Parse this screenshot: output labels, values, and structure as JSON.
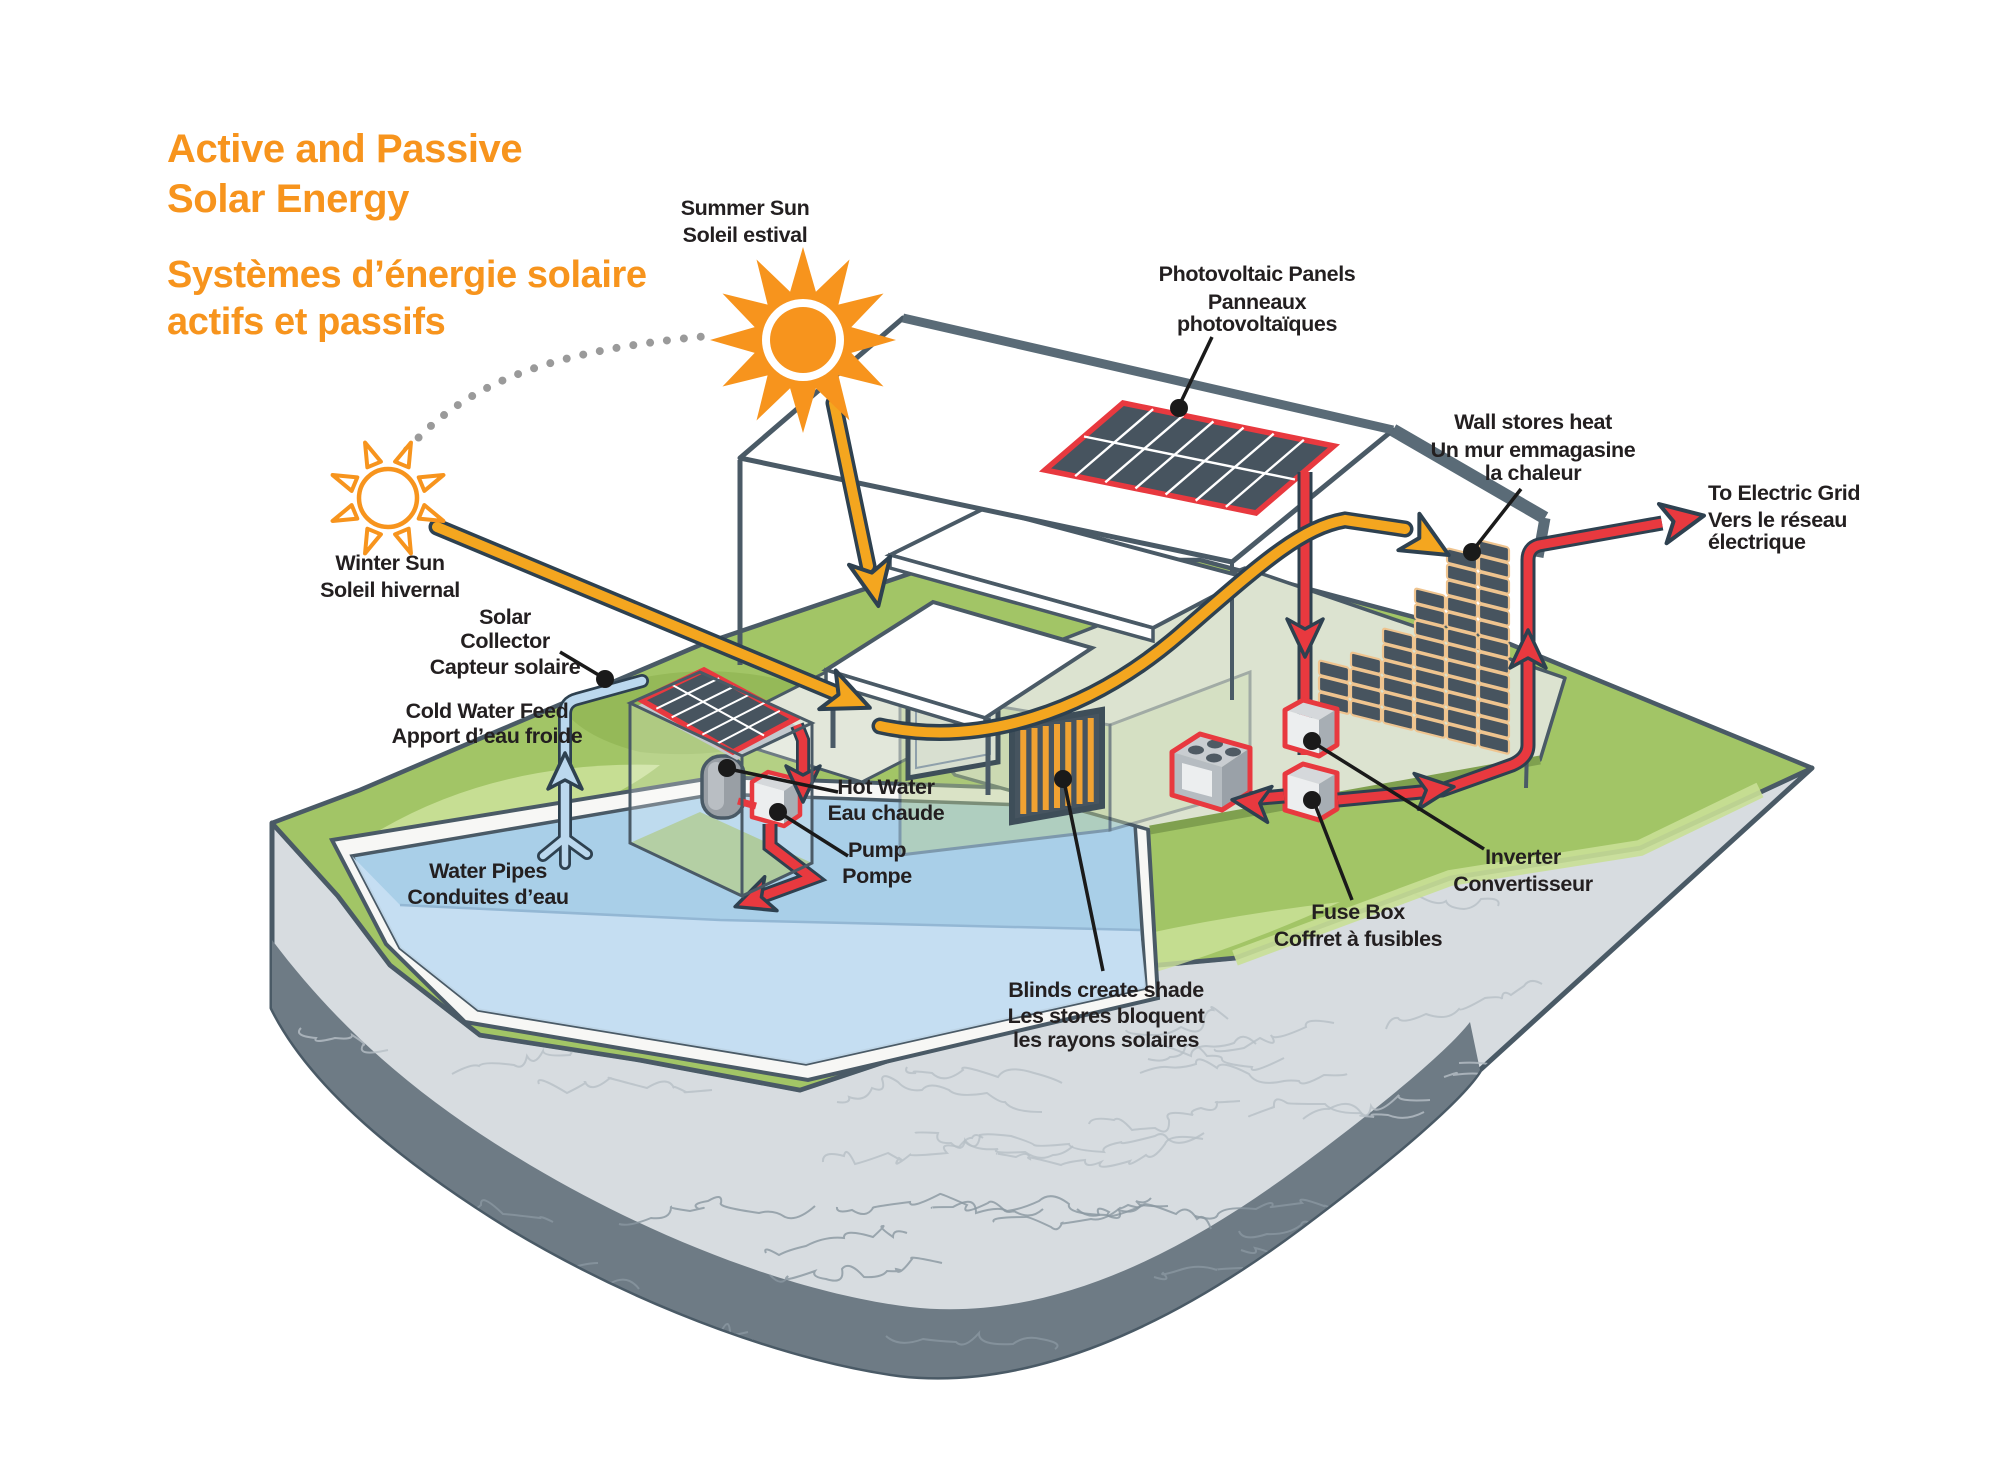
{
  "title": {
    "en_line1": "Active and Passive",
    "en_line2": "Solar Energy",
    "fr_line1": "Systèmes d’énergie solaire",
    "fr_line2": "actifs et passifs"
  },
  "labels": {
    "summer_sun": {
      "en": "Summer Sun",
      "fr": "Soleil estival"
    },
    "winter_sun": {
      "en": "Winter Sun",
      "fr": "Soleil hivernal"
    },
    "photovoltaic": {
      "en": "Photovoltaic Panels",
      "fr1": "Panneaux",
      "fr2": "photovoltaïques"
    },
    "wall_heat": {
      "en": "Wall stores heat",
      "fr1": "Un mur emmagasine",
      "fr2": "la chaleur"
    },
    "electric_grid": {
      "en": "To Electric Grid",
      "fr1": "Vers le réseau",
      "fr2": "électrique"
    },
    "solar_collector": {
      "en1": "Solar",
      "en2": "Collector",
      "fr": "Capteur solaire"
    },
    "cold_water": {
      "en": "Cold Water Feed",
      "fr": "Apport d’eau froide"
    },
    "hot_water": {
      "en": "Hot Water",
      "fr": "Eau chaude"
    },
    "pump": {
      "en": "Pump",
      "fr": "Pompe"
    },
    "water_pipes": {
      "en": "Water Pipes",
      "fr": "Conduites d’eau"
    },
    "blinds": {
      "en": "Blinds create shade",
      "fr1": "Les stores bloquent",
      "fr2": "les rayons solaires"
    },
    "fuse_box": {
      "en": "Fuse Box",
      "fr": "Coffret à fusibles"
    },
    "inverter": {
      "en": "Inverter",
      "fr": "Convertisseur"
    }
  },
  "colors": {
    "accent_orange": "#f7941d",
    "arrow_yellow": "#f4a61f",
    "pipe_red": "#e8393f",
    "outline_dark": "#2e4150",
    "line_slate": "#4a5a66",
    "pipe_blue": "#bbd8ee",
    "pool_water": "#a9cfe8",
    "pool_water_light": "#c8e0f2",
    "grass": "#a2c566",
    "grass_light": "#cde29b",
    "earth": "#d7dce0",
    "earth_dark": "#6e7b85",
    "panel_cell": "#47545f",
    "brick_mortar": "#efc48f",
    "floor_pale": "#dce3d0",
    "text_black": "#231f20"
  }
}
